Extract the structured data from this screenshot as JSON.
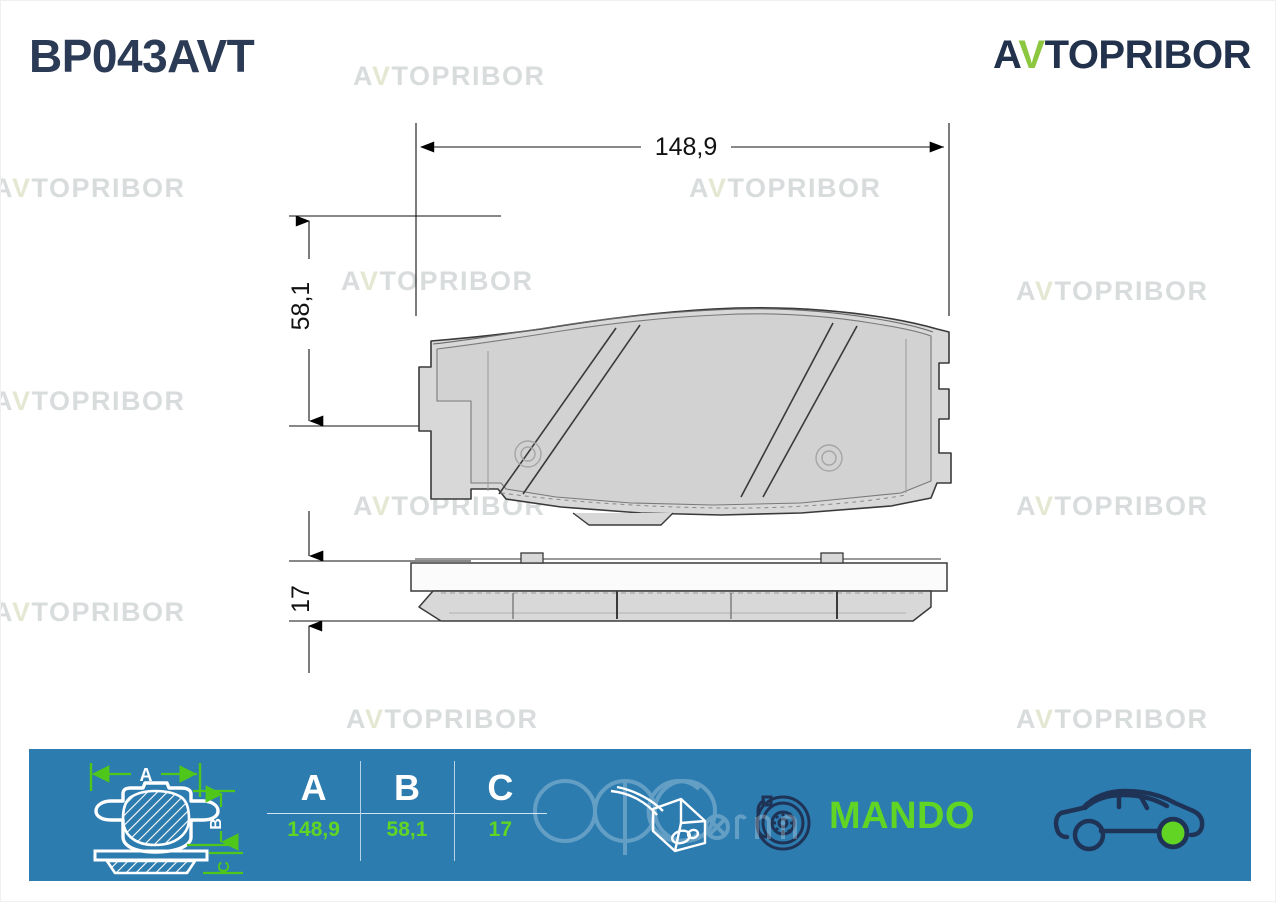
{
  "header": {
    "sku": "BP043AVT",
    "logo": {
      "a": "A",
      "v": "V",
      "rest": "TOPRIBOR"
    }
  },
  "watermark": {
    "a": "A",
    "v": "V",
    "rest": "TOPRIBOR",
    "text": "AVTOPRIBOR",
    "overlay_text": "abcp.ru"
  },
  "drawing": {
    "width_label": "148,9",
    "height_label": "58,1",
    "thickness_label": "17",
    "views": [
      "front-view",
      "side-view"
    ]
  },
  "specbar": {
    "icon_labels": {
      "a": "A",
      "b": "B",
      "c": "C"
    },
    "columns": [
      {
        "letter": "A",
        "value": "148,9"
      },
      {
        "letter": "B",
        "value": "58,1"
      },
      {
        "letter": "C",
        "value": "17"
      }
    ],
    "manufacturer": "MANDO"
  },
  "colors": {
    "bar_blue": "#2d7cb0",
    "accent_green": "#62d423",
    "brand_green": "#8dc63f",
    "navy": "#22324d",
    "pad_grey": "#d4d4d4",
    "watermark_grey": "#d9dcdd"
  }
}
